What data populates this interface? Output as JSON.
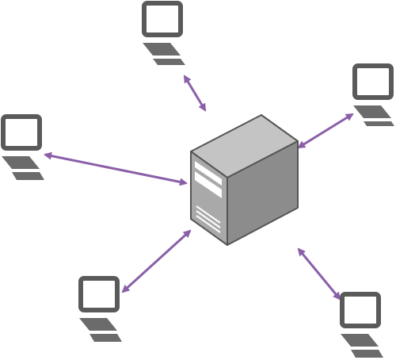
{
  "diagram": {
    "type": "network-star-topology",
    "center_node": {
      "icon": "server-tower-icon"
    },
    "client_nodes": [
      {
        "id": "top",
        "icon": "computer-terminal-icon"
      },
      {
        "id": "right",
        "icon": "computer-terminal-icon"
      },
      {
        "id": "left",
        "icon": "computer-terminal-icon"
      },
      {
        "id": "bottom-left",
        "icon": "computer-terminal-icon"
      },
      {
        "id": "bottom-right",
        "icon": "computer-terminal-icon"
      }
    ],
    "connections": [
      {
        "from": "top",
        "to": "server",
        "direction": "bidirectional"
      },
      {
        "from": "right",
        "to": "server",
        "direction": "bidirectional"
      },
      {
        "from": "left",
        "to": "server",
        "direction": "bidirectional"
      },
      {
        "from": "bottom-left",
        "to": "server",
        "direction": "bidirectional"
      },
      {
        "from": "bottom-right",
        "to": "server",
        "direction": "bidirectional"
      }
    ]
  },
  "colors": {
    "arrow": "#8a5fa8",
    "terminal_stroke": "#5a5a5a",
    "terminal_fill": "#ffffff",
    "server_front": "#a9a9a9",
    "server_side": "#8c8c8c",
    "server_top": "#c4c4c4",
    "server_outline": "#555555",
    "server_detail": "#ffffff"
  }
}
